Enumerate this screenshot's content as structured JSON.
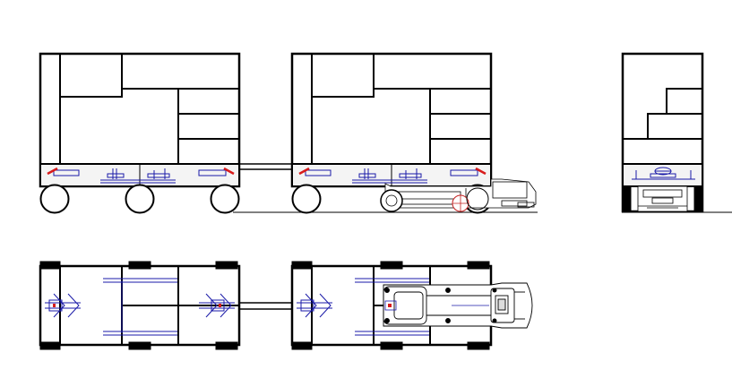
{
  "drawing": {
    "kind": "technical CAD drawing",
    "views": [
      "side-elevation",
      "end-elevation",
      "top-plan"
    ],
    "units_drawn": {
      "side_trailers": 2,
      "top_trailers": 2,
      "tug_vehicle": 1
    },
    "colors": {
      "line": "#000000",
      "detail": "#1a1aa8",
      "accent": "#d81b1b",
      "paper": "#ffffff",
      "shade": "#e8e8e8"
    }
  }
}
